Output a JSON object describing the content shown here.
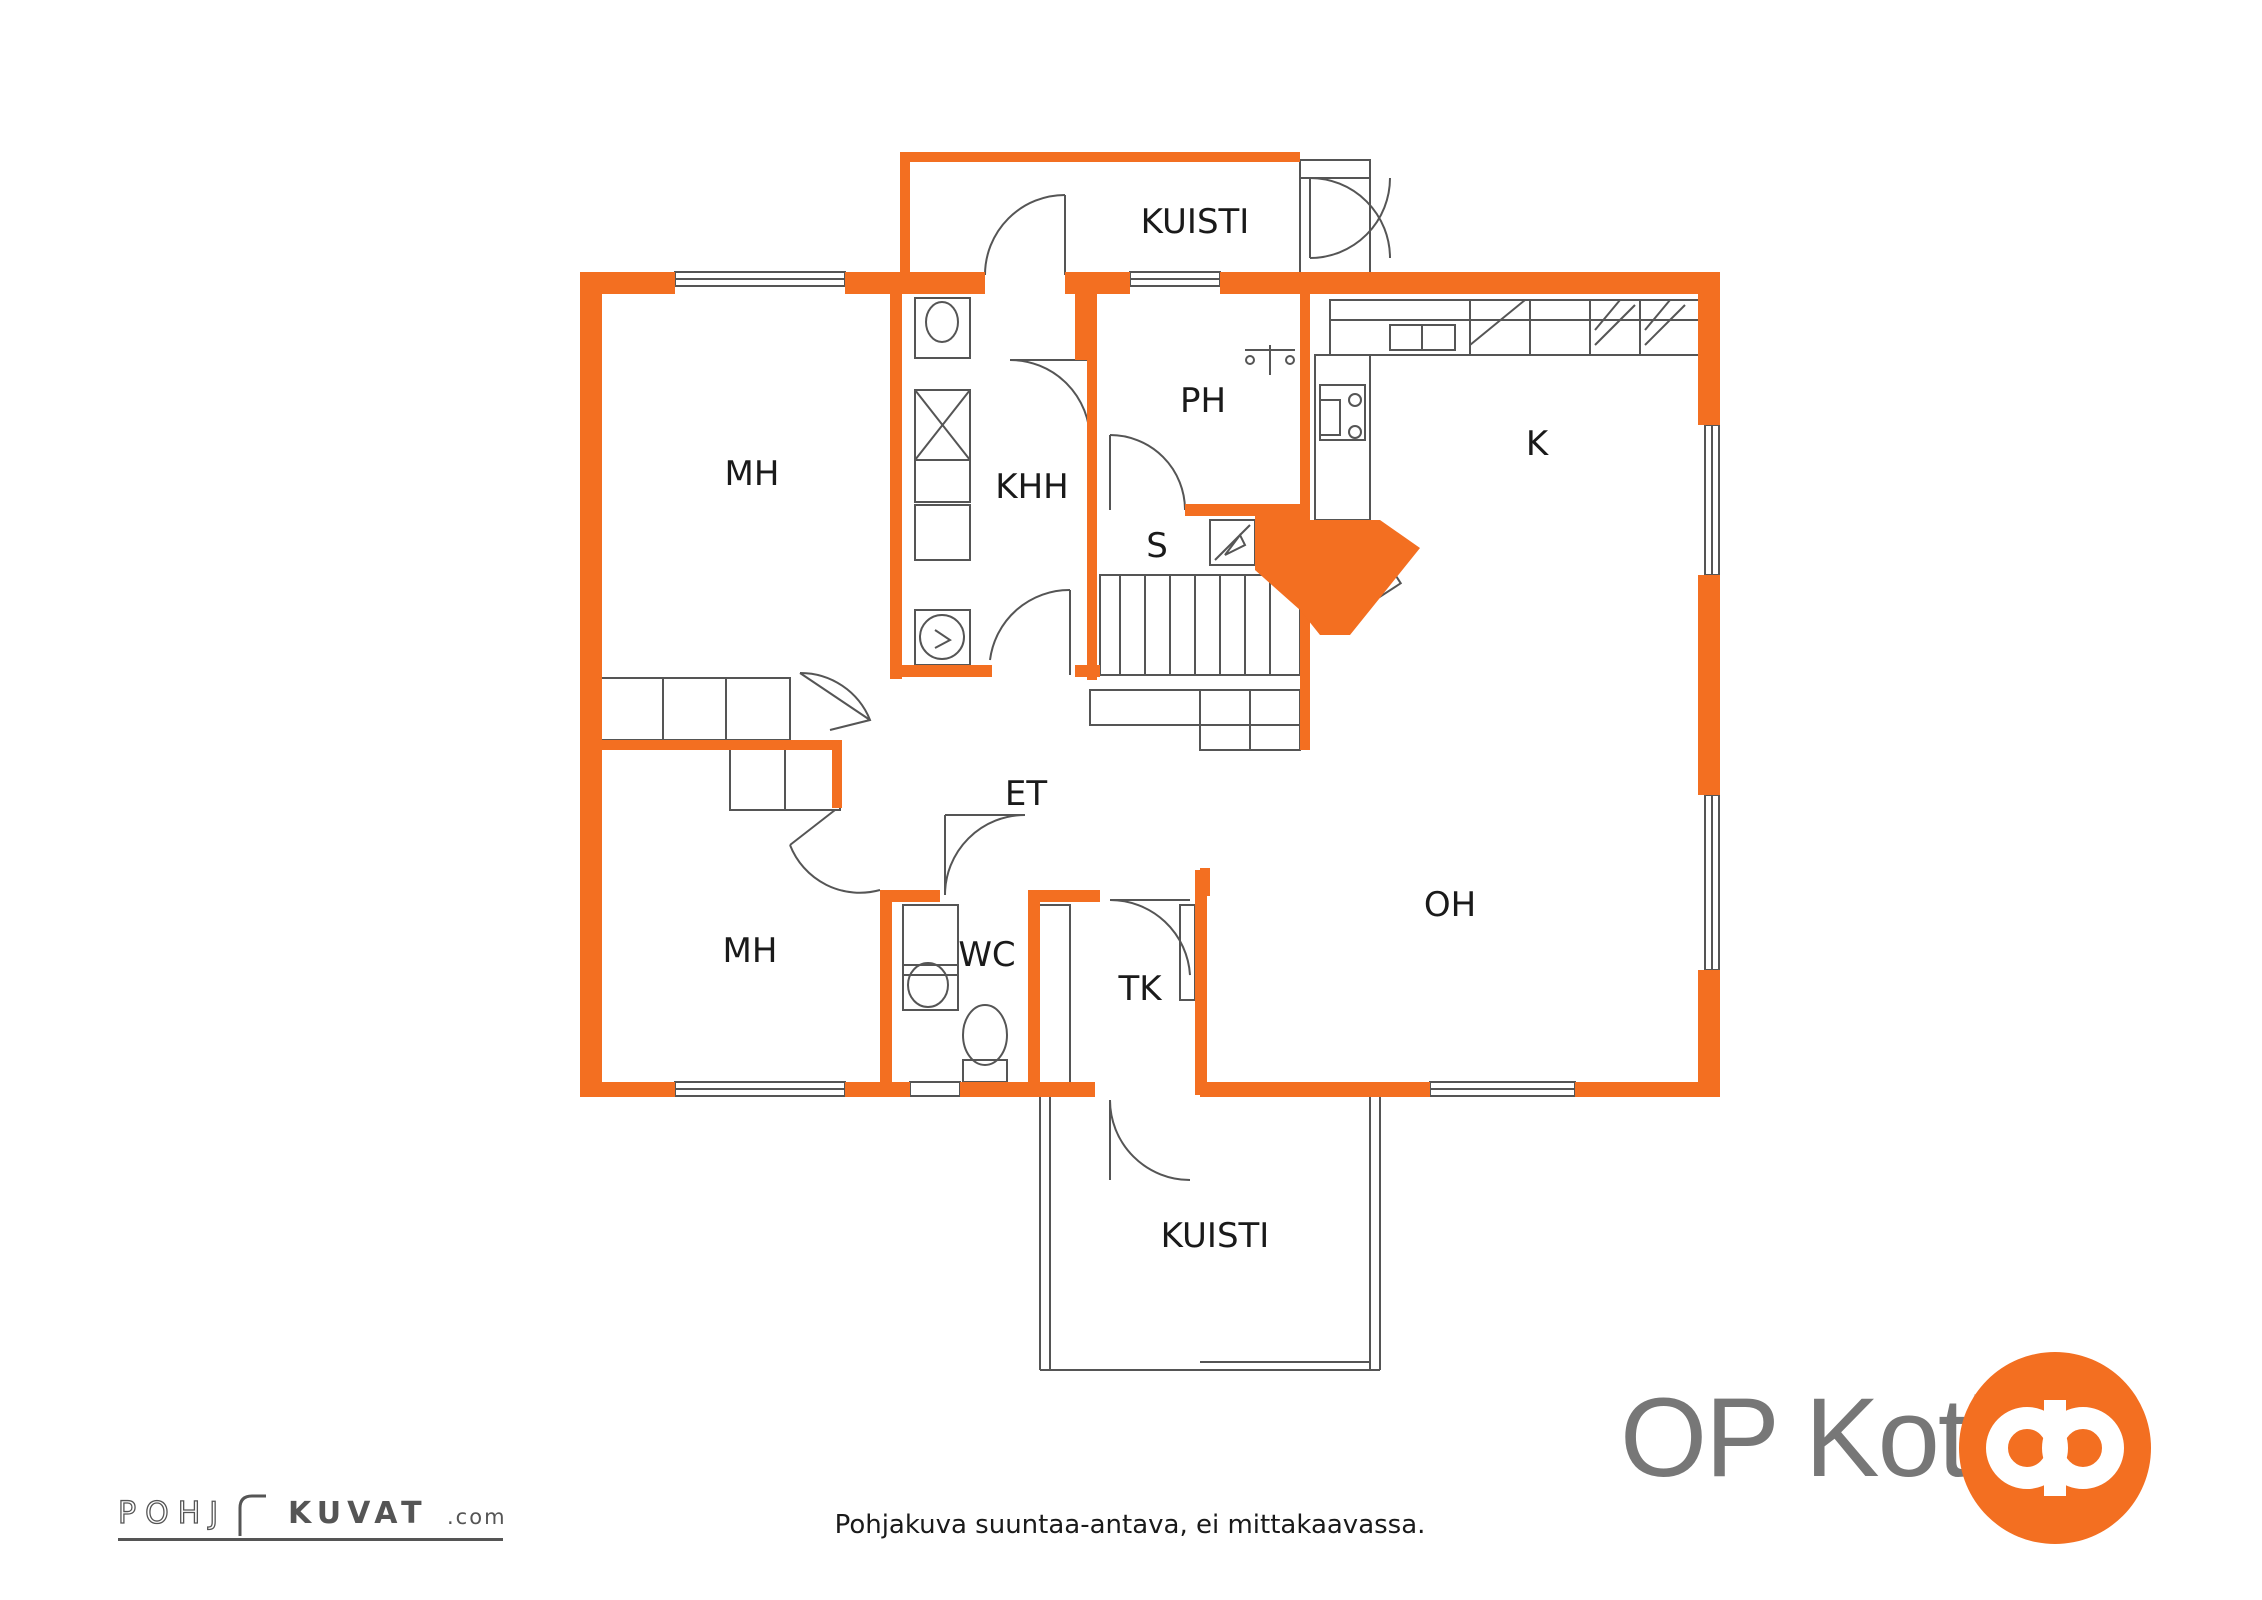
{
  "colors": {
    "wall": "#f36f21",
    "line": "#555555",
    "brand_orange": "#f36f21",
    "brand_gray": "#777777"
  },
  "rooms": {
    "kuisti_top": "KUISTI",
    "mh_upper": "MH",
    "khh": "KHH",
    "ph": "PH",
    "k": "K",
    "s": "S",
    "et": "ET",
    "mh_lower": "MH",
    "wc": "WC",
    "tk": "TK",
    "oh": "OH",
    "kuisti_bottom": "KUISTI"
  },
  "brand": {
    "name": "OP Koti",
    "logo_icon": "op-logo-icon"
  },
  "footer": {
    "disclaimer": "Pohjakuva suuntaa-antava, ei mittakaavassa.",
    "credit_part_a": "POHJ",
    "credit_part_b": "KUVAT",
    "credit_part_c": ".com"
  }
}
